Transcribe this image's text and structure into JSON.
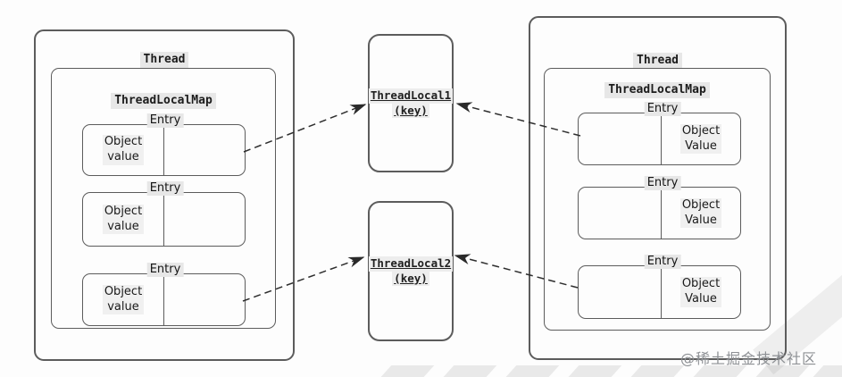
{
  "left_thread": {
    "title": "Thread",
    "map": {
      "title": "ThreadLocalMap",
      "entries": [
        {
          "label": "Entry",
          "value": "Object\nvalue",
          "value_side": "left"
        },
        {
          "label": "Entry",
          "value": "Object\nvalue",
          "value_side": "left"
        },
        {
          "label": "Entry",
          "value": "Object\nvalue",
          "value_side": "left"
        }
      ]
    }
  },
  "right_thread": {
    "title": "Thread",
    "map": {
      "title": "ThreadLocalMap",
      "entries": [
        {
          "label": "Entry",
          "value": "Object\nValue",
          "value_side": "right"
        },
        {
          "label": "Entry",
          "value": "Object\nValue",
          "value_side": "right"
        },
        {
          "label": "Entry",
          "value": "Object\nValue",
          "value_side": "right"
        }
      ]
    }
  },
  "thread_locals": [
    {
      "name": "ThreadLocal1",
      "key": "(key)"
    },
    {
      "name": "ThreadLocal2",
      "key": "(key)"
    }
  ],
  "watermark": "@稀土掘金技术社区",
  "colors": {
    "border": "#5c5c5c",
    "label_highlight": "#e7e7e7",
    "arrow": "#2e2e2e",
    "watermark_text": "#8d9094",
    "background": "#fdfdfd"
  }
}
